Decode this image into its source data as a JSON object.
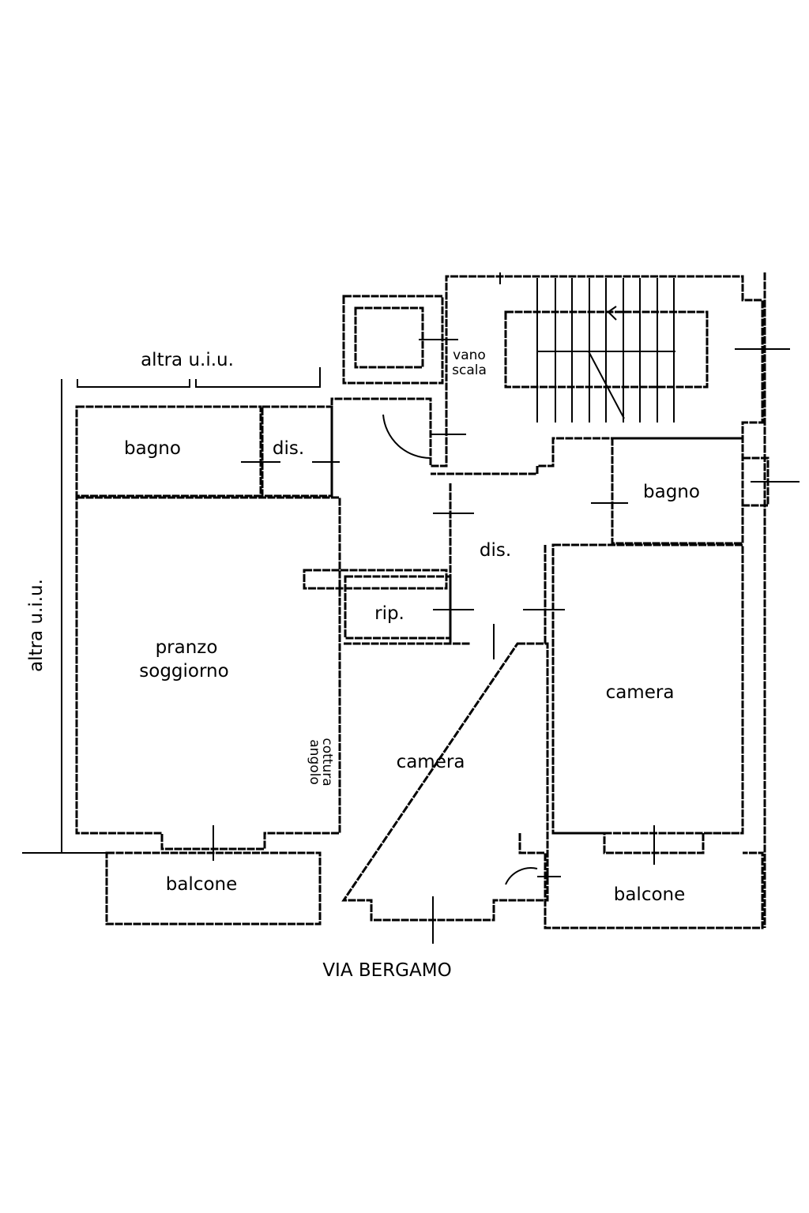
{
  "plan": {
    "labels": {
      "other_unit_top": "altra u.i.u.",
      "other_unit_left": "altra u.i.u.",
      "bath_left": "bagno",
      "hall_left": "dis.",
      "stairwell": "vano\nscala",
      "stairwell_line1": "vano",
      "stairwell_line2": "scala",
      "bath_right": "bagno",
      "hall_center": "dis.",
      "storage": "rip.",
      "living_line1": "pranzo",
      "living_line2": "soggiorno",
      "cooking_line1": "angolo",
      "cooking_line2": "cottura",
      "bedroom_middle": "camera",
      "bedroom_right": "camera",
      "balcony_left": "balcone",
      "balcony_right": "balcone",
      "street": "VIA BERGAMO"
    }
  }
}
